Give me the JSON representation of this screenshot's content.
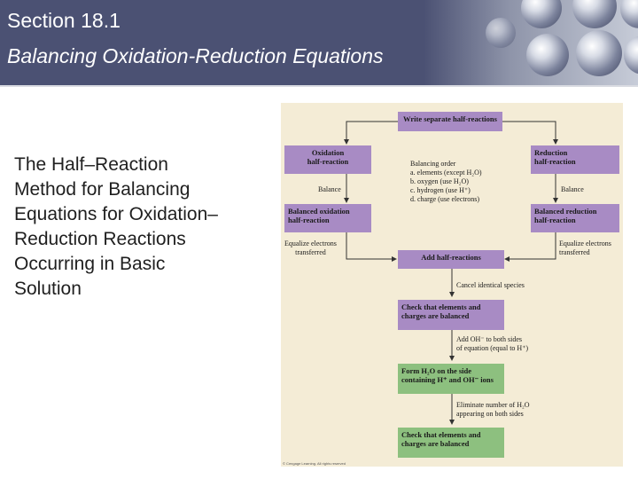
{
  "header": {
    "section": "Section 18.1",
    "subtitle": "Balancing Oxidation-Reduction Equations"
  },
  "body": {
    "lines": [
      "The Half–Reaction",
      "Method for Balancing",
      "Equations for Oxidation–",
      "Reduction Reactions",
      "Occurring in Basic",
      "Solution"
    ]
  },
  "flowchart": {
    "write_half": "Write separate half-reactions",
    "oxidation_half": [
      "Oxidation",
      "half-reaction"
    ],
    "reduction_half": [
      "Reduction",
      "half-reaction"
    ],
    "balance_left": "Balance",
    "balance_right": "Balance",
    "balancing_order": [
      "Balancing order",
      "a. elements (except H₂O)",
      "b. oxygen (use H₂O)",
      "c. hydrogen (use H⁺)",
      "d. charge (use electrons)"
    ],
    "balanced_oxidation": [
      "Balanced oxidation",
      "half-reaction"
    ],
    "balanced_reduction": [
      "Balanced reduction",
      "half-reaction"
    ],
    "equalize_left": [
      "Equalize electrons",
      "transferred"
    ],
    "equalize_right": [
      "Equalize electrons",
      "transferred"
    ],
    "add_half": "Add half-reactions",
    "cancel": "Cancel identical species",
    "check1": [
      "Check that elements and",
      "charges are balanced"
    ],
    "add_oh": [
      "Add OH⁻ to both sides",
      "of equation (equal to H⁺)"
    ],
    "form_h2o": [
      "Form H₂O on the side",
      "containing H⁺ and OH⁻ ions"
    ],
    "eliminate": [
      "Eliminate number of H₂O",
      "appearing on both sides"
    ],
    "check2": [
      "Check that elements and",
      "charges are balanced"
    ],
    "credit": "© Cengage Learning. All rights reserved"
  }
}
